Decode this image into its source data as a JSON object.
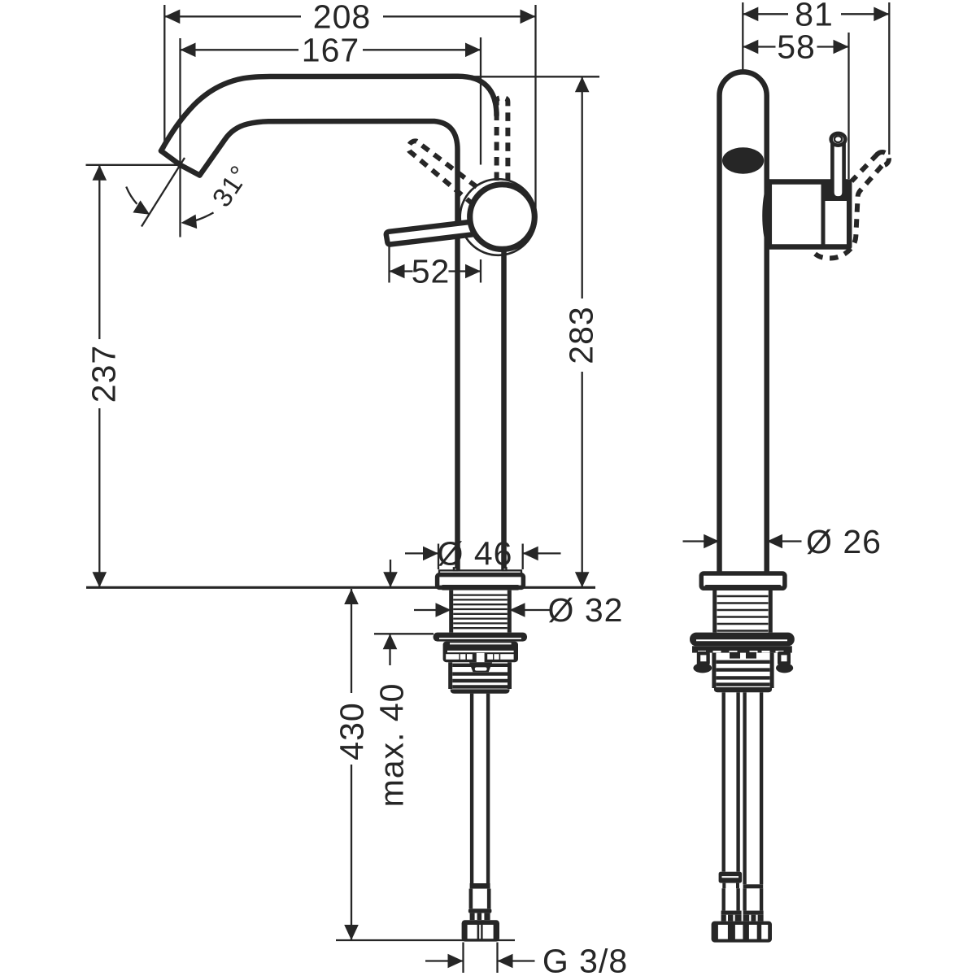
{
  "drawing": {
    "kind": "technical-dimension-drawing",
    "subject": "single-lever basin mixer faucet, side and front projection with installation dimensions",
    "background": "#ffffff",
    "ink": "#262626",
    "views": [
      {
        "id": "side-view",
        "description": "side profile with spout, lever handle and supply hose"
      },
      {
        "id": "front-view",
        "description": "front projection with handle hub and twin supply hoses"
      }
    ],
    "dims": {
      "d208": "208",
      "d167": "167",
      "d31": "31°",
      "d52": "52",
      "d237": "237",
      "d283": "283",
      "d46": "Ø 46",
      "d32": "Ø 32",
      "d430": "430",
      "dmax40": "max. 40",
      "dg38": "G 3/8",
      "d81": "81",
      "d58": "58",
      "d26": "Ø 26"
    }
  }
}
